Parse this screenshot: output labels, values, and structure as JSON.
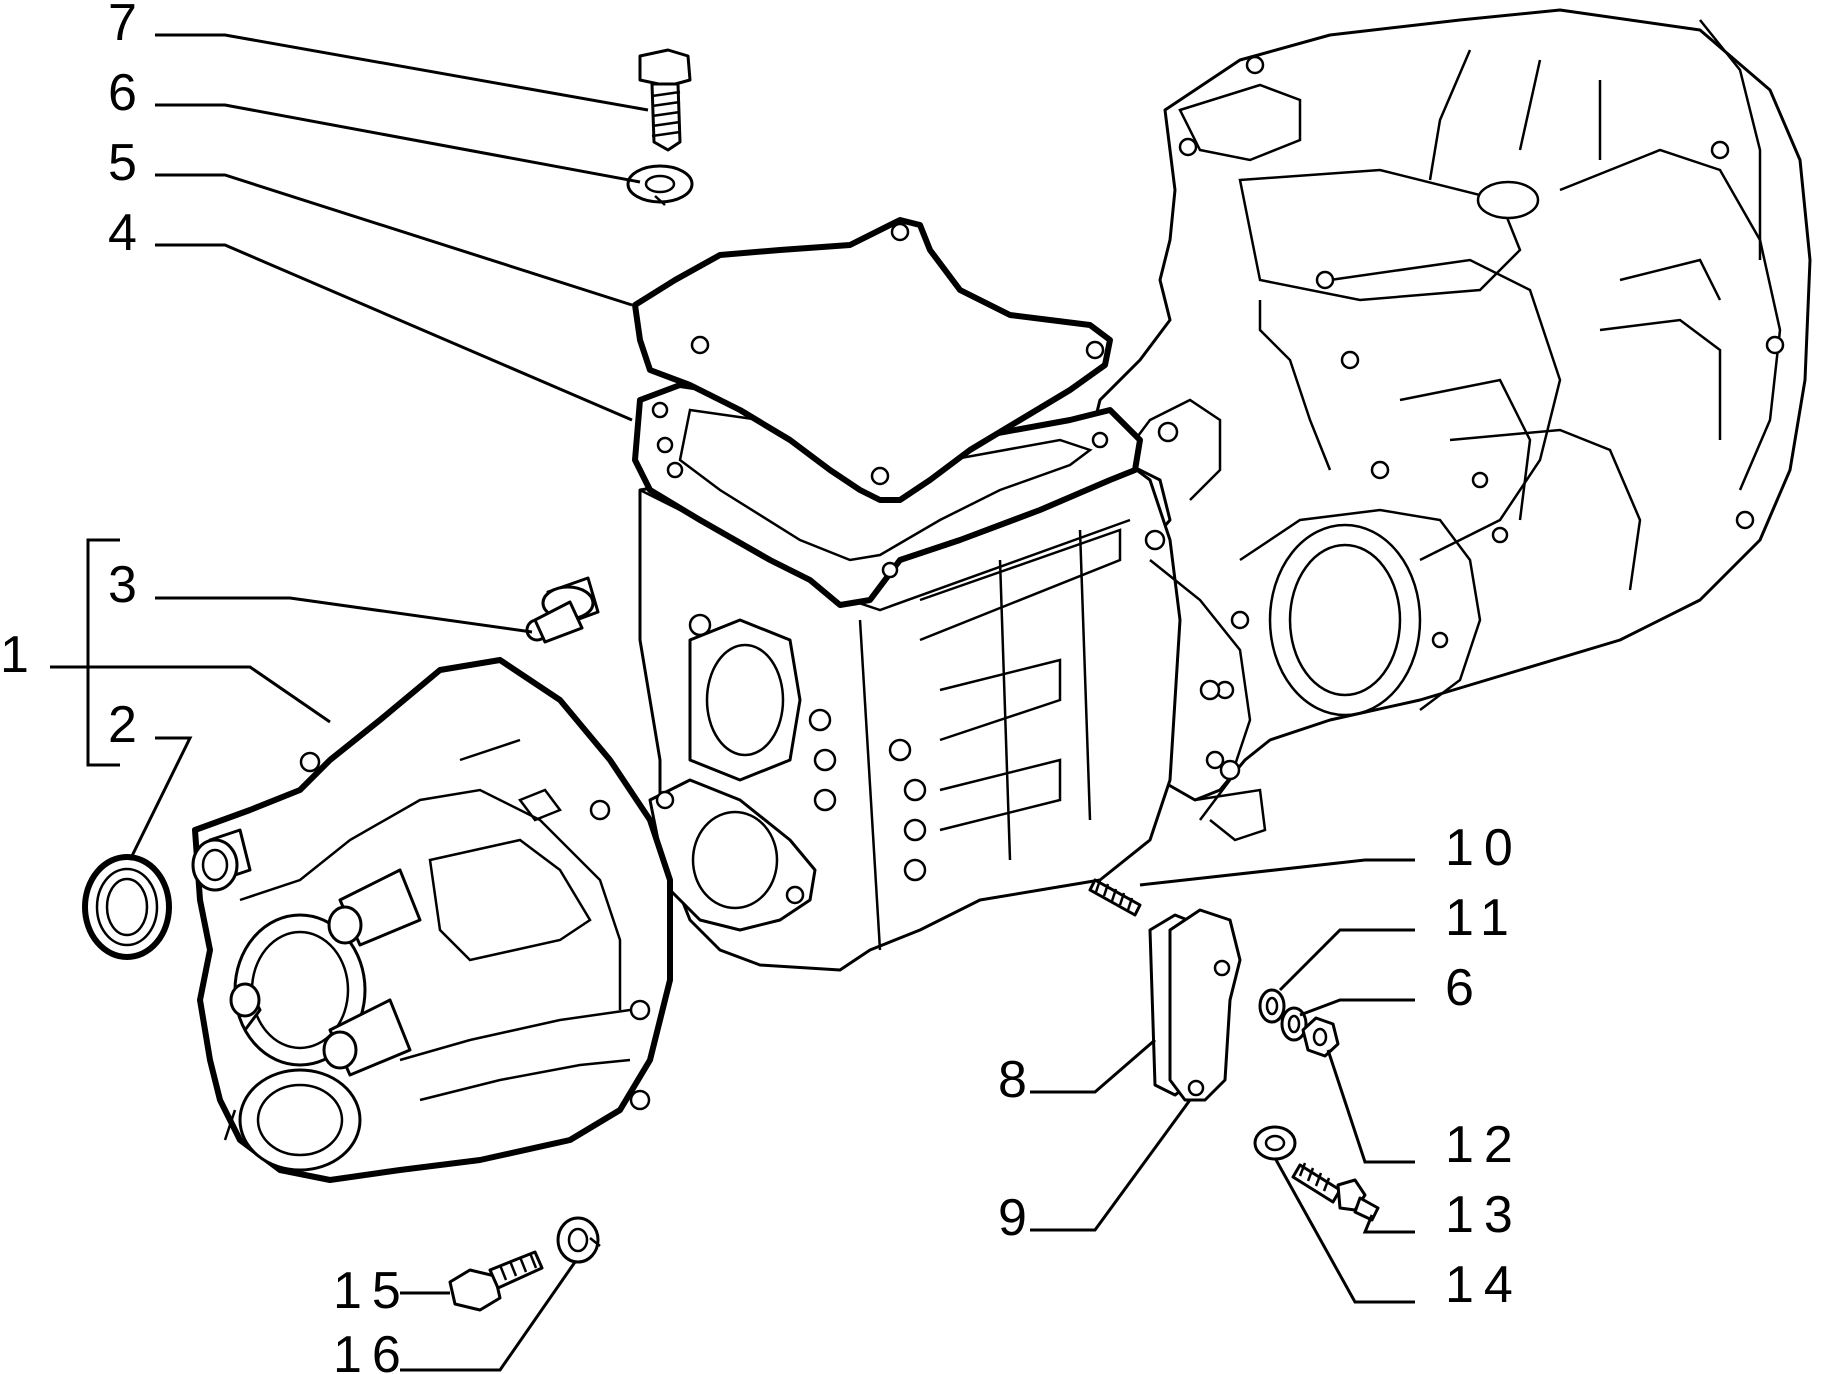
{
  "callouts": [
    "1",
    "2",
    "3",
    "4",
    "5",
    "6",
    "7",
    "8",
    "9",
    "10",
    "11",
    "6",
    "12",
    "13",
    "14",
    "15",
    "16"
  ]
}
